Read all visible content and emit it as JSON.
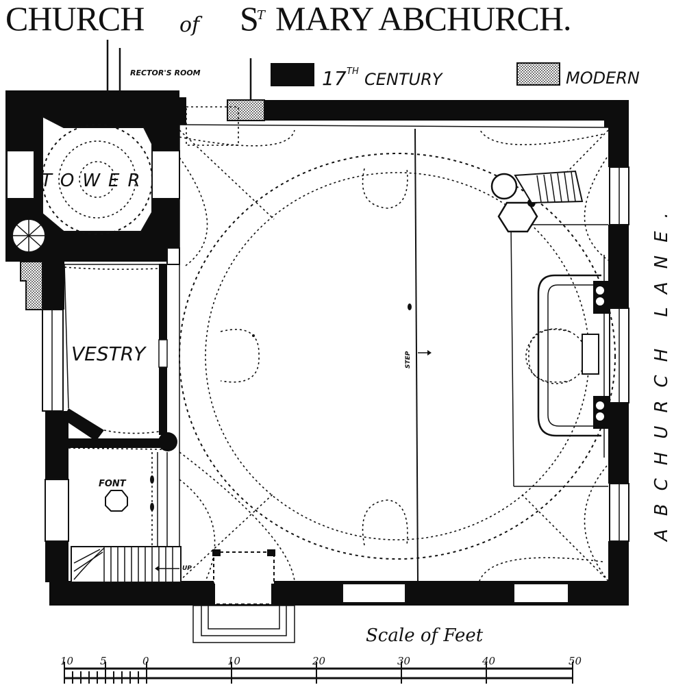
{
  "title": {
    "prefix": "CHURCH",
    "of": "of",
    "st": "S",
    "st_sup": "T",
    "name": "MARY ABCHURCH."
  },
  "legend": {
    "seventeenth": {
      "label": "17",
      "sup": "TH",
      "suffix": "CENTURY",
      "color": "#0d0d0d"
    },
    "modern": {
      "label": "MODERN",
      "pattern": "stippled"
    }
  },
  "labels": {
    "rectors_room": "RECTOR'S ROOM",
    "tower": "TOWER",
    "vestry": "VESTRY",
    "font": "FONT",
    "step": "STEP",
    "up": "UP",
    "street": "ABCHURCH LANE."
  },
  "scale": {
    "caption": "Scale of Feet",
    "unit": "feet",
    "ticks": [
      "10",
      "5",
      "0",
      "10",
      "20",
      "30",
      "40",
      "50"
    ]
  },
  "colors": {
    "ink": "#111111",
    "paper": "#ffffff"
  }
}
